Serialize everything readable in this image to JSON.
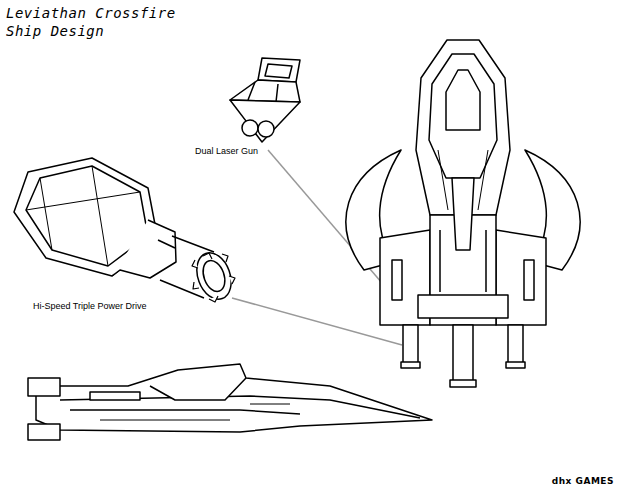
{
  "diagram": {
    "title": "Leviathan Crossfire Ship Design",
    "labels": [
      "Dual Laser Gun",
      "Hi-Speed Triple Power Drive",
      "dhx GAMES"
    ]
  }
}
